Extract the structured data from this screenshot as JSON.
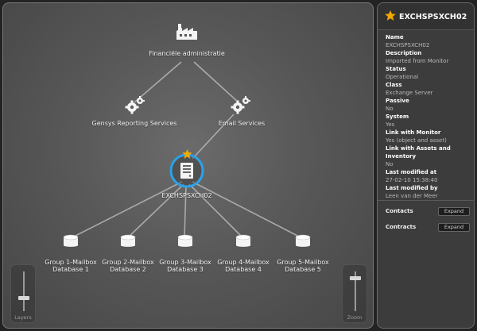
{
  "graph": {
    "root": {
      "label": "Financiële administratie",
      "icon": "factory-icon"
    },
    "services": [
      {
        "label": "Gensys Reporting Services",
        "icon": "gears-icon"
      },
      {
        "label": "Email Services",
        "icon": "gears-icon"
      }
    ],
    "selected": {
      "label": "EXCHSPSXCH02",
      "icon": "server-icon",
      "badge": "star-icon",
      "ring_color": "#29a3e8"
    },
    "databases": [
      {
        "line1": "Group 1-Mailbox",
        "line2": "Database 1",
        "icon": "database-icon"
      },
      {
        "line1": "Group 2-Mailbox",
        "line2": "Database 2",
        "icon": "database-icon"
      },
      {
        "line1": "Group 3-Mailbox",
        "line2": "Database 3",
        "icon": "database-icon"
      },
      {
        "line1": "Group 4-Mailbox",
        "line2": "Database 4",
        "icon": "database-icon"
      },
      {
        "line1": "Group 5-Mailbox",
        "line2": "Database 5",
        "icon": "database-icon"
      }
    ]
  },
  "sliders": {
    "layers": {
      "label": "Layers",
      "level": 0.35
    },
    "zoom": {
      "label": "Zoom",
      "level": 0.85
    }
  },
  "panel": {
    "title": "EXCHSPSXCH02",
    "star_color": "#f2a900",
    "properties": [
      {
        "key": "Name",
        "value": "EXCHSPSXCH02"
      },
      {
        "key": "Description",
        "value": "Imported from Monitor"
      },
      {
        "key": "Status",
        "value": "Operational"
      },
      {
        "key": "Class",
        "value": "Exchange Server"
      },
      {
        "key": "Passive",
        "value": "No"
      },
      {
        "key": "System",
        "value": "Yes"
      },
      {
        "key": "Link with Monitor",
        "value": "Yes (object and asset)"
      },
      {
        "key": "Link with Assets and Inventory",
        "value": "No"
      },
      {
        "key": "Last modified at",
        "value": "27-02-10 15:38:40"
      },
      {
        "key": "Last modified by",
        "value": "Leen van der Meer"
      }
    ],
    "sections": [
      {
        "label": "Contacts",
        "button": "Expand"
      },
      {
        "label": "Contracts",
        "button": "Expand"
      }
    ]
  }
}
